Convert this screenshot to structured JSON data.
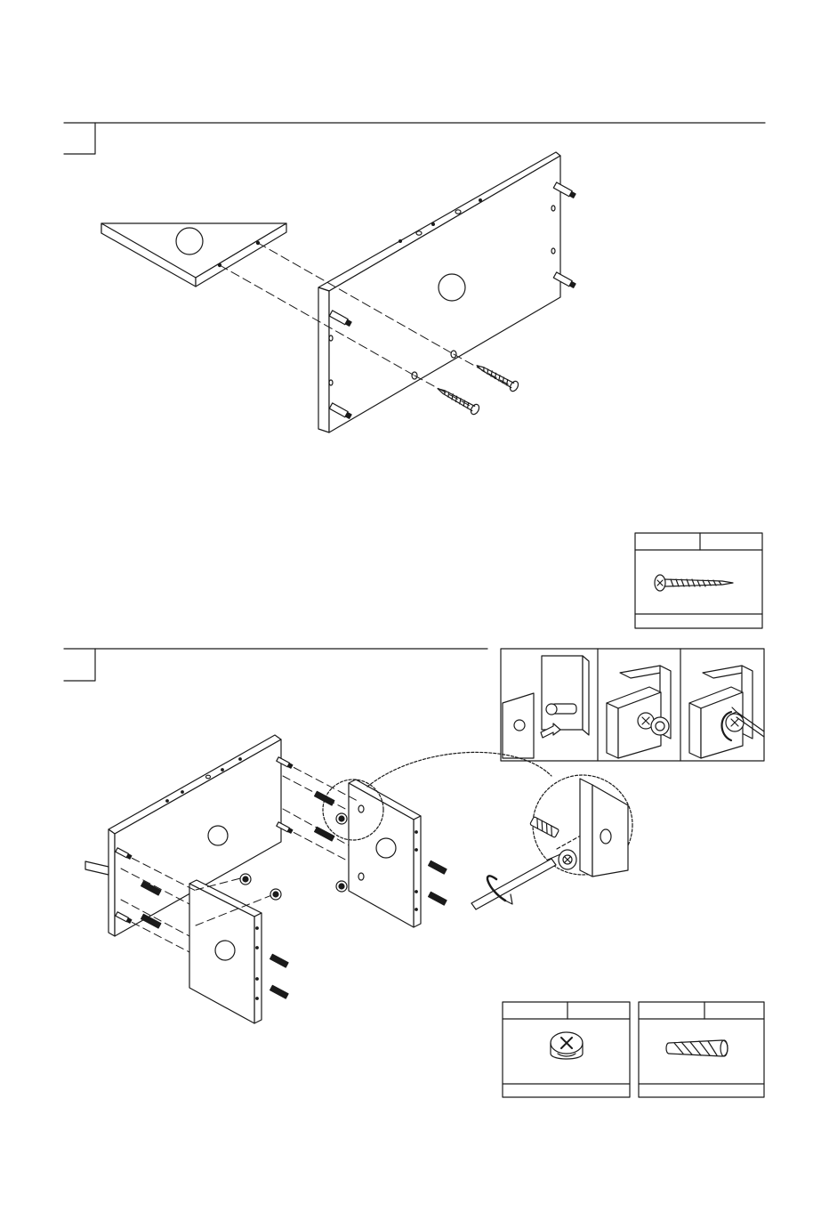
{
  "page": {
    "background": "#ffffff",
    "ink": "#1a1a1a"
  },
  "steps": [
    {
      "number": "",
      "parts": [
        {
          "icon": "long-wood-screw-icon",
          "label": "",
          "quantity": ""
        }
      ]
    },
    {
      "number": "",
      "detail_insets": [
        "cam-bolt-insert-detail",
        "panel-join-detail",
        "cam-lock-turn-detail"
      ],
      "parts": [
        {
          "icon": "cam-lock-icon",
          "label": "",
          "quantity": ""
        },
        {
          "icon": "wood-dowel-icon",
          "label": "",
          "quantity": ""
        }
      ]
    }
  ]
}
